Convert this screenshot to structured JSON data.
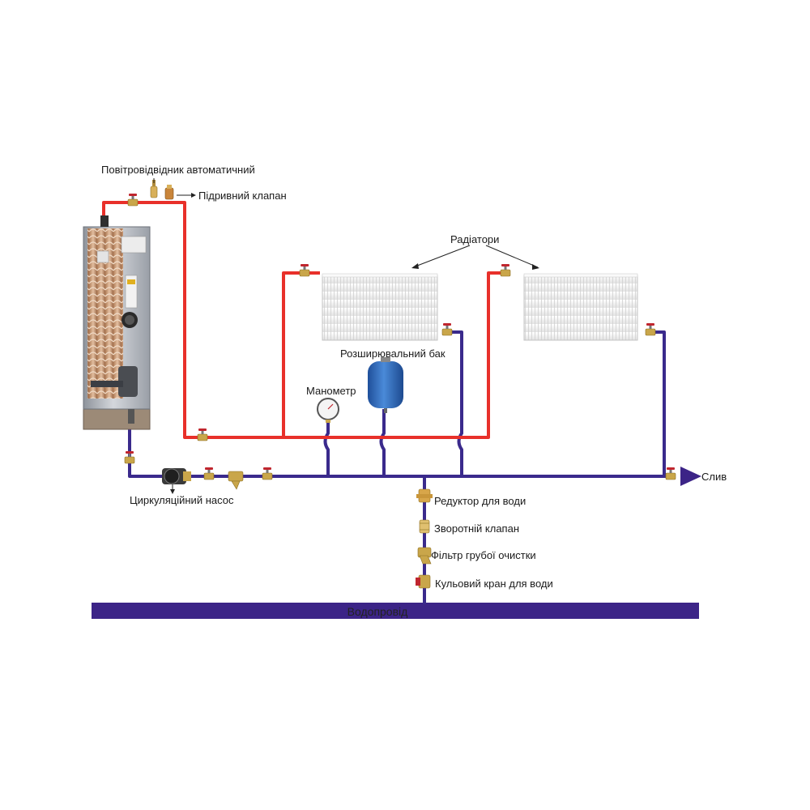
{
  "labels": {
    "air_vent": "Повітровідвідник автоматичний",
    "safety_valve": "Підривний клапан",
    "radiators": "Радіатори",
    "expansion_tank": "Розширювальний  бак",
    "pressure_gauge": "Манометр",
    "circulation_pump": "Циркуляційний насос",
    "drain": "Слив",
    "pressure_reducer": "Редуктор для води",
    "check_valve": "Зворотній клапан",
    "coarse_filter": "Фільтр грубої очистки",
    "ball_valve": "Кульовий кран для води",
    "water_main": "Водопровід"
  },
  "colors": {
    "supply_pipe": "#e8302a",
    "return_pipe": "#3a2a8c",
    "water_main": "#3c2487",
    "radiator": "#f1f1f1",
    "tank": "#2f6fc4",
    "boiler_body": "#b8bcc4"
  }
}
